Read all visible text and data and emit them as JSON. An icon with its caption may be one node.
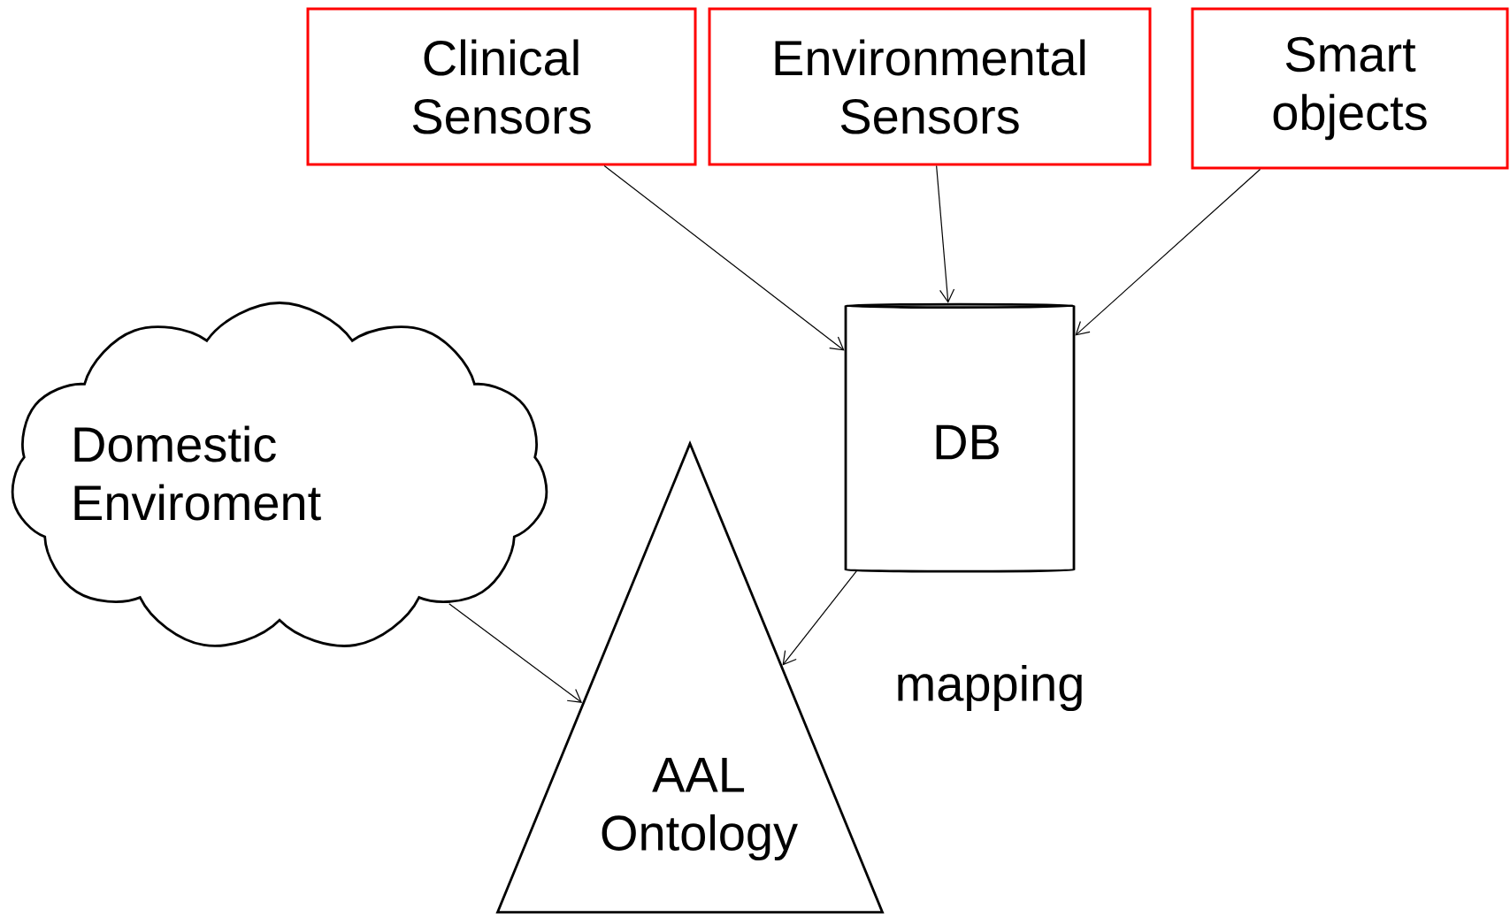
{
  "diagram": {
    "nodes": [
      {
        "text": [
          "Clinical Sensors"
        ]
      },
      {
        "text": [
          "Environmental Sensors"
        ]
      },
      {
        "text": [
          "Smart objects"
        ]
      },
      {
        "text": [
          "Domestic Enviroment"
        ]
      },
      {
        "text": [
          "DB"
        ]
      },
      {
        "text": [
          "AAL Ontology"
        ]
      }
    ],
    "edges": [
      {
        "from": 0,
        "to": 4,
        "arrow": "to"
      },
      {
        "from": 1,
        "to": 4,
        "arrow": "to"
      },
      {
        "from": 2,
        "to": 4,
        "arrow": "to"
      },
      {
        "from": 3,
        "to": 5,
        "arrow": "to"
      },
      {
        "from": 4,
        "to": 5,
        "arrow": "to",
        "label": "mapping"
      }
    ]
  }
}
